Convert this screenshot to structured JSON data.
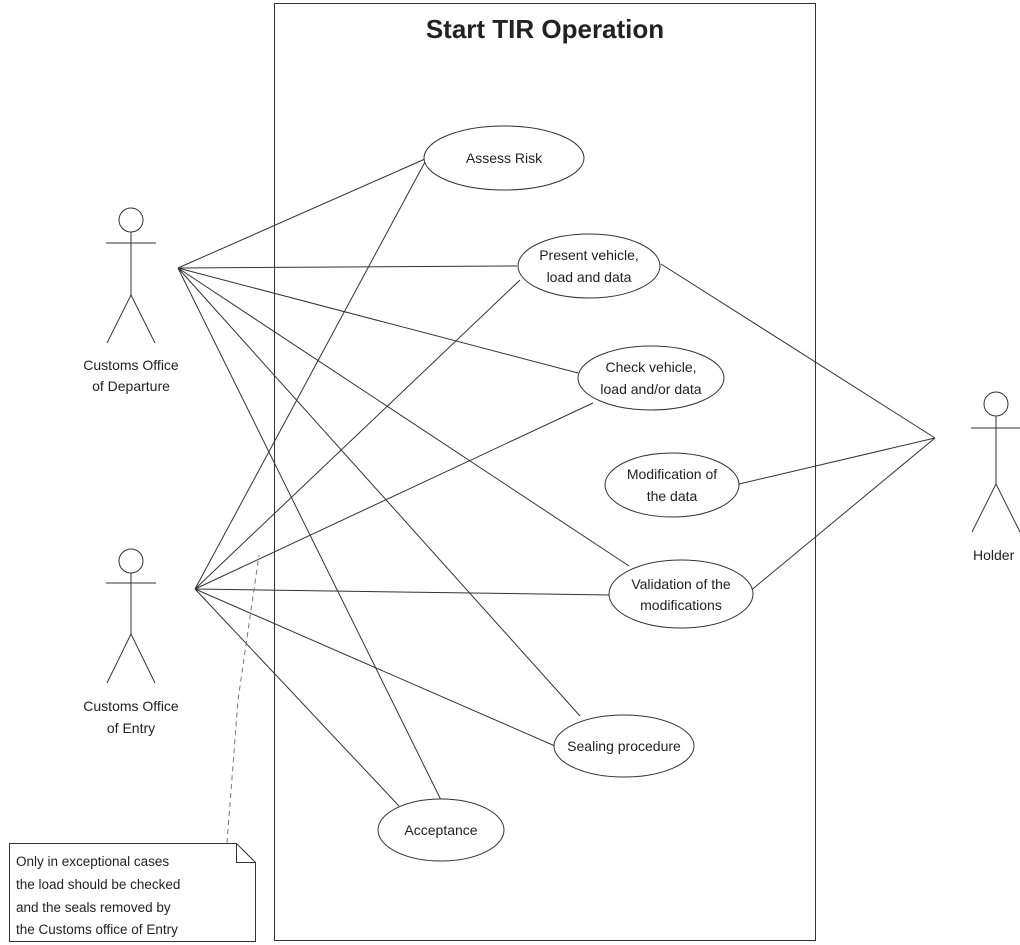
{
  "title": "Start TIR Operation",
  "actors": {
    "departure": {
      "line1": "Customs Office",
      "line2": "of Departure"
    },
    "entry": {
      "line1": "Customs Office",
      "line2": "of Entry"
    },
    "holder": {
      "line1": "Holder"
    }
  },
  "use_cases": {
    "assess_risk": {
      "line1": "Assess Risk"
    },
    "present": {
      "line1": "Present vehicle,",
      "line2": "load and data"
    },
    "check": {
      "line1": "Check vehicle,",
      "line2": "load and/or data"
    },
    "modification": {
      "line1": "Modification of",
      "line2": "the data"
    },
    "validation": {
      "line1": "Validation of the",
      "line2": "modifications"
    },
    "sealing": {
      "line1": "Sealing procedure"
    },
    "acceptance": {
      "line1": "Acceptance"
    }
  },
  "note": {
    "lines": [
      "Only in exceptional cases",
      "the load should be checked",
      "and the seals removed by",
      " the Customs office of Entry"
    ]
  }
}
